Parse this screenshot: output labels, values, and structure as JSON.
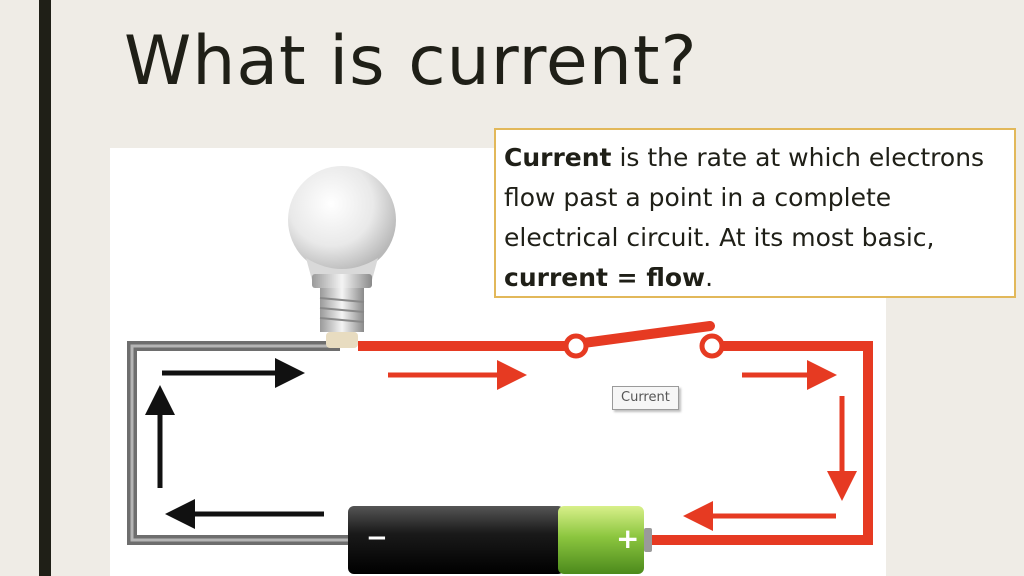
{
  "slide": {
    "title": "What is current?"
  },
  "callout": {
    "term": "Current",
    "sentence_rest": " is the rate at which electrons flow past a point in a complete electrical circuit. At its most basic, ",
    "equation": "current = flow",
    "period": "."
  },
  "figure": {
    "tooltip": "Current",
    "battery_minus": "−",
    "battery_plus": "+",
    "colors": {
      "positive_wire": "#e63a22",
      "negative_wire": "#6e6e6e",
      "arrow_black": "#111111",
      "battery_black": "#1a1a1a",
      "battery_green": "#8cc63f"
    }
  }
}
